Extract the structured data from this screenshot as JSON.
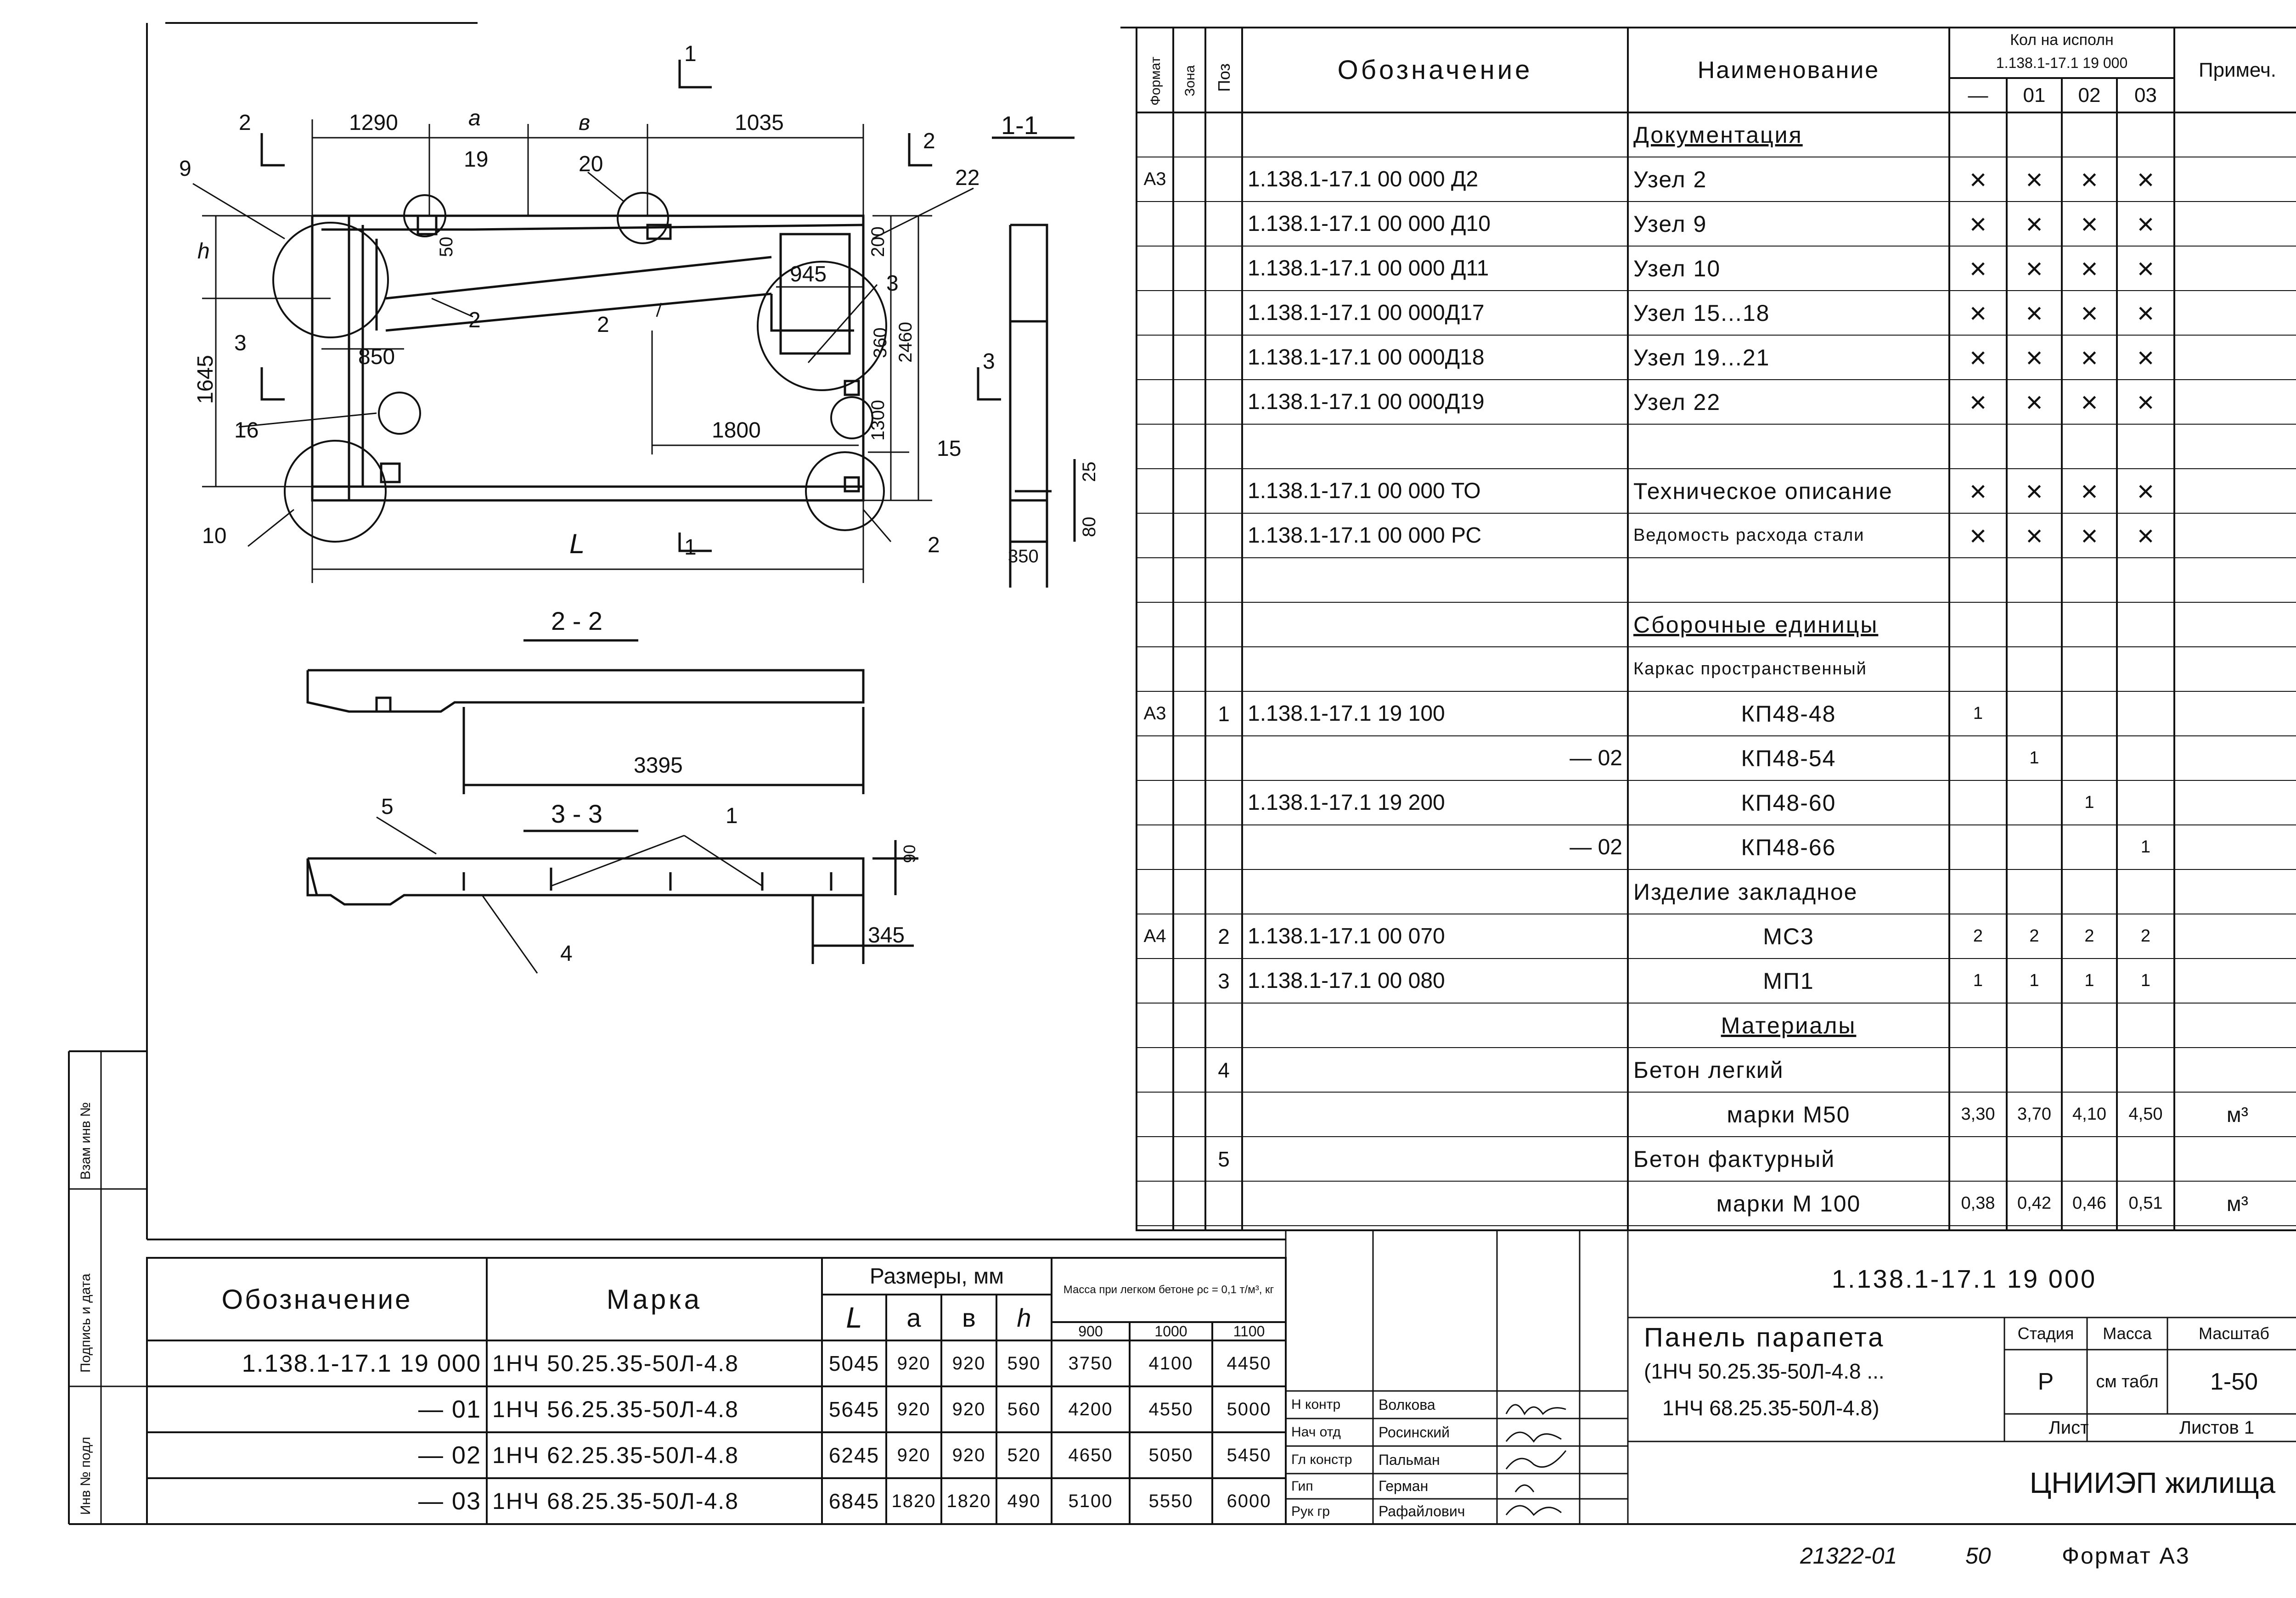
{
  "drawing": {
    "section_marks": {
      "s1_top": "1",
      "s1_bottom": "1",
      "s2_left": "2",
      "s2_right": "2",
      "s3_left": "3",
      "s3_right": "3",
      "view11": "1-1",
      "view22": "2 - 2",
      "view33": "3 - 3"
    },
    "dims": {
      "d1290": "1290",
      "da": "a",
      "db": "в",
      "d1035": "1035",
      "dh": "h",
      "d1645": "1645",
      "d850": "850",
      "d945": "945",
      "d1800": "1800",
      "d50": "50",
      "d200": "200",
      "d360": "360",
      "d2460": "2460",
      "d1300": "1300",
      "dL": "L",
      "d25": "25",
      "d80": "80",
      "d350": "350",
      "d3395": "3395",
      "d345": "345",
      "d90": "90"
    },
    "callouts": {
      "c9": "9",
      "c19": "19",
      "c20": "20",
      "c22": "22",
      "c2a": "2",
      "c2b": "2",
      "c3": "3",
      "c16": "16",
      "c15": "15",
      "c10": "10",
      "c2c": "2",
      "c5": "5",
      "c1": "1",
      "c4": "4"
    }
  },
  "spec": {
    "headers": {
      "format": "Формат",
      "zone": "Зона",
      "pos": "Поз",
      "designation": "Обозначение",
      "name": "Наименование",
      "qty_title": "Кол на исполн",
      "qty_doc": "1.138.1-17.1   19 000",
      "note": "Примеч.",
      "q0": "—",
      "q1": "01",
      "q2": "02",
      "q3": "03"
    },
    "rows": [
      {
        "fmt": "",
        "pos": "",
        "des": "",
        "name": "Документация",
        "qty": [
          "",
          "",
          "",
          ""
        ],
        "note": "",
        "hdr": true
      },
      {
        "fmt": "А3",
        "pos": "",
        "des": "1.138.1-17.1  00 000 Д2",
        "name": "Узел 2",
        "qty": [
          "×",
          "×",
          "×",
          "×"
        ],
        "note": ""
      },
      {
        "fmt": "",
        "pos": "",
        "des": "1.138.1-17.1  00 000 Д10",
        "name": "Узел 9",
        "qty": [
          "×",
          "×",
          "×",
          "×"
        ],
        "note": ""
      },
      {
        "fmt": "",
        "pos": "",
        "des": "1.138.1-17.1  00 000 Д11",
        "name": "Узел 10",
        "qty": [
          "×",
          "×",
          "×",
          "×"
        ],
        "note": ""
      },
      {
        "fmt": "",
        "pos": "",
        "des": "1.138.1-17.1  00 000Д17",
        "name": "Узел 15...18",
        "qty": [
          "×",
          "×",
          "×",
          "×"
        ],
        "note": ""
      },
      {
        "fmt": "",
        "pos": "",
        "des": "1.138.1-17.1  00 000Д18",
        "name": "Узел 19...21",
        "qty": [
          "×",
          "×",
          "×",
          "×"
        ],
        "note": ""
      },
      {
        "fmt": "",
        "pos": "",
        "des": "1.138.1-17.1  00 000Д19",
        "name": "Узел 22",
        "qty": [
          "×",
          "×",
          "×",
          "×"
        ],
        "note": ""
      },
      {
        "fmt": "",
        "pos": "",
        "des": "",
        "name": "",
        "qty": [
          "",
          "",
          "",
          ""
        ],
        "note": ""
      },
      {
        "fmt": "",
        "pos": "",
        "des": "1.138.1-17.1 00 000 ТО",
        "name": "Техническое описание",
        "qty": [
          "×",
          "×",
          "×",
          "×"
        ],
        "note": ""
      },
      {
        "fmt": "",
        "pos": "",
        "des": "1.138.1-17.1 00 000 РС",
        "name": "Ведомость расхода стали",
        "qty": [
          "×",
          "×",
          "×",
          "×"
        ],
        "note": ""
      },
      {
        "fmt": "",
        "pos": "",
        "des": "",
        "name": "",
        "qty": [
          "",
          "",
          "",
          ""
        ],
        "note": ""
      },
      {
        "fmt": "",
        "pos": "",
        "des": "",
        "name": "Сборочные единицы",
        "qty": [
          "",
          "",
          "",
          ""
        ],
        "note": "",
        "hdr": true
      },
      {
        "fmt": "",
        "pos": "",
        "des": "",
        "name": "Каркас пространственный",
        "qty": [
          "",
          "",
          "",
          ""
        ],
        "note": ""
      },
      {
        "fmt": "А3",
        "pos": "1",
        "des": "1.138.1-17.1  19 100",
        "name": "КП48-48",
        "qty": [
          "1",
          "",
          "",
          ""
        ],
        "note": "",
        "cn": true
      },
      {
        "fmt": "",
        "pos": "",
        "des": "— 02",
        "name": "КП48-54",
        "qty": [
          "",
          "1",
          "",
          ""
        ],
        "note": "",
        "cn": true,
        "rd": true
      },
      {
        "fmt": "",
        "pos": "",
        "des": "1.138.1-17.1  19 200",
        "name": "КП48-60",
        "qty": [
          "",
          "",
          "1",
          ""
        ],
        "note": "",
        "cn": true
      },
      {
        "fmt": "",
        "pos": "",
        "des": "— 02",
        "name": "КП48-66",
        "qty": [
          "",
          "",
          "",
          "1"
        ],
        "note": "",
        "cn": true,
        "rd": true
      },
      {
        "fmt": "",
        "pos": "",
        "des": "",
        "name": "Изделие закладное",
        "qty": [
          "",
          "",
          "",
          ""
        ],
        "note": ""
      },
      {
        "fmt": "А4",
        "pos": "2",
        "des": "1.138.1-17.1  00 070",
        "name": "МС3",
        "qty": [
          "2",
          "2",
          "2",
          "2"
        ],
        "note": "",
        "cn": true
      },
      {
        "fmt": "",
        "pos": "3",
        "des": "1.138.1-17.1  00 080",
        "name": "МП1",
        "qty": [
          "1",
          "1",
          "1",
          "1"
        ],
        "note": "",
        "cn": true
      },
      {
        "fmt": "",
        "pos": "",
        "des": "",
        "name": "Материалы",
        "qty": [
          "",
          "",
          "",
          ""
        ],
        "note": "",
        "hdr": true,
        "cn": true
      },
      {
        "fmt": "",
        "pos": "4",
        "des": "",
        "name": "Бетон легкий",
        "qty": [
          "",
          "",
          "",
          ""
        ],
        "note": ""
      },
      {
        "fmt": "",
        "pos": "",
        "des": "",
        "name": "марки  М50",
        "qty": [
          "3,30",
          "3,70",
          "4,10",
          "4,50"
        ],
        "note": "м³",
        "cn": true
      },
      {
        "fmt": "",
        "pos": "5",
        "des": "",
        "name": "Бетон фактурный",
        "qty": [
          "",
          "",
          "",
          ""
        ],
        "note": ""
      },
      {
        "fmt": "",
        "pos": "",
        "des": "",
        "name": "марки   М 100",
        "qty": [
          "0,38",
          "0,42",
          "0,46",
          "0,51"
        ],
        "note": "м³",
        "cn": true
      }
    ]
  },
  "marks_table": {
    "headers": {
      "designation": "Обозначение",
      "mark": "Марка",
      "sizes": "Размеры, мм",
      "L": "L",
      "a": "а",
      "b": "в",
      "h": "h",
      "mass": "Масса при легком бетоне ρc = 0,1 т/м³, кг",
      "m900": "900",
      "m1000": "1000",
      "m1100": "1100"
    },
    "rows": [
      {
        "des": "1.138.1-17.1  19 000",
        "mark": "1НЧ 50.25.35-50Л-4.8",
        "L": "5045",
        "a": "920",
        "b": "920",
        "h": "590",
        "m1": "3750",
        "m2": "4100",
        "m3": "4450"
      },
      {
        "des": "— 01",
        "mark": "1НЧ 56.25.35-50Л-4.8",
        "L": "5645",
        "a": "920",
        "b": "920",
        "h": "560",
        "m1": "4200",
        "m2": "4550",
        "m3": "5000"
      },
      {
        "des": "— 02",
        "mark": "1НЧ 62.25.35-50Л-4.8",
        "L": "6245",
        "a": "920",
        "b": "920",
        "h": "520",
        "m1": "4650",
        "m2": "5050",
        "m3": "5450"
      },
      {
        "des": "— 03",
        "mark": "1НЧ 68.25.35-50Л-4.8",
        "L": "6845",
        "a": "1820",
        "b": "1820",
        "h": "490",
        "m1": "5100",
        "m2": "5550",
        "m3": "6000"
      }
    ]
  },
  "signatures": [
    {
      "role": "Н контр",
      "name": "Волкова"
    },
    {
      "role": "Нач отд",
      "name": "Росинский"
    },
    {
      "role": "Гл констр",
      "name": "Пальман"
    },
    {
      "role": "Гип",
      "name": "Герман"
    },
    {
      "role": "Рук гр",
      "name": "Рафайлович"
    }
  ],
  "title_block": {
    "code": "1.138.1-17.1   19 000",
    "title_line1": "Панель парапета",
    "title_line2": "(1НЧ 50.25.35-50Л-4.8 ...",
    "title_line3": "1НЧ 68.25.35-50Л-4.8)",
    "stage_h": "Стадия",
    "mass_h": "Масса",
    "scale_h": "Масштаб",
    "stage": "Р",
    "mass": "см табл",
    "scale": "1-50",
    "sheet": "Лист",
    "sheets": "Листов 1",
    "org": "ЦНИИЭП жилища"
  },
  "left_stamp": {
    "a": "Взам инв №",
    "b": "Подпись и дата",
    "c": "Инв № подл"
  },
  "footer": {
    "num": "21322-01",
    "page": "50",
    "format": "Формат А3"
  }
}
